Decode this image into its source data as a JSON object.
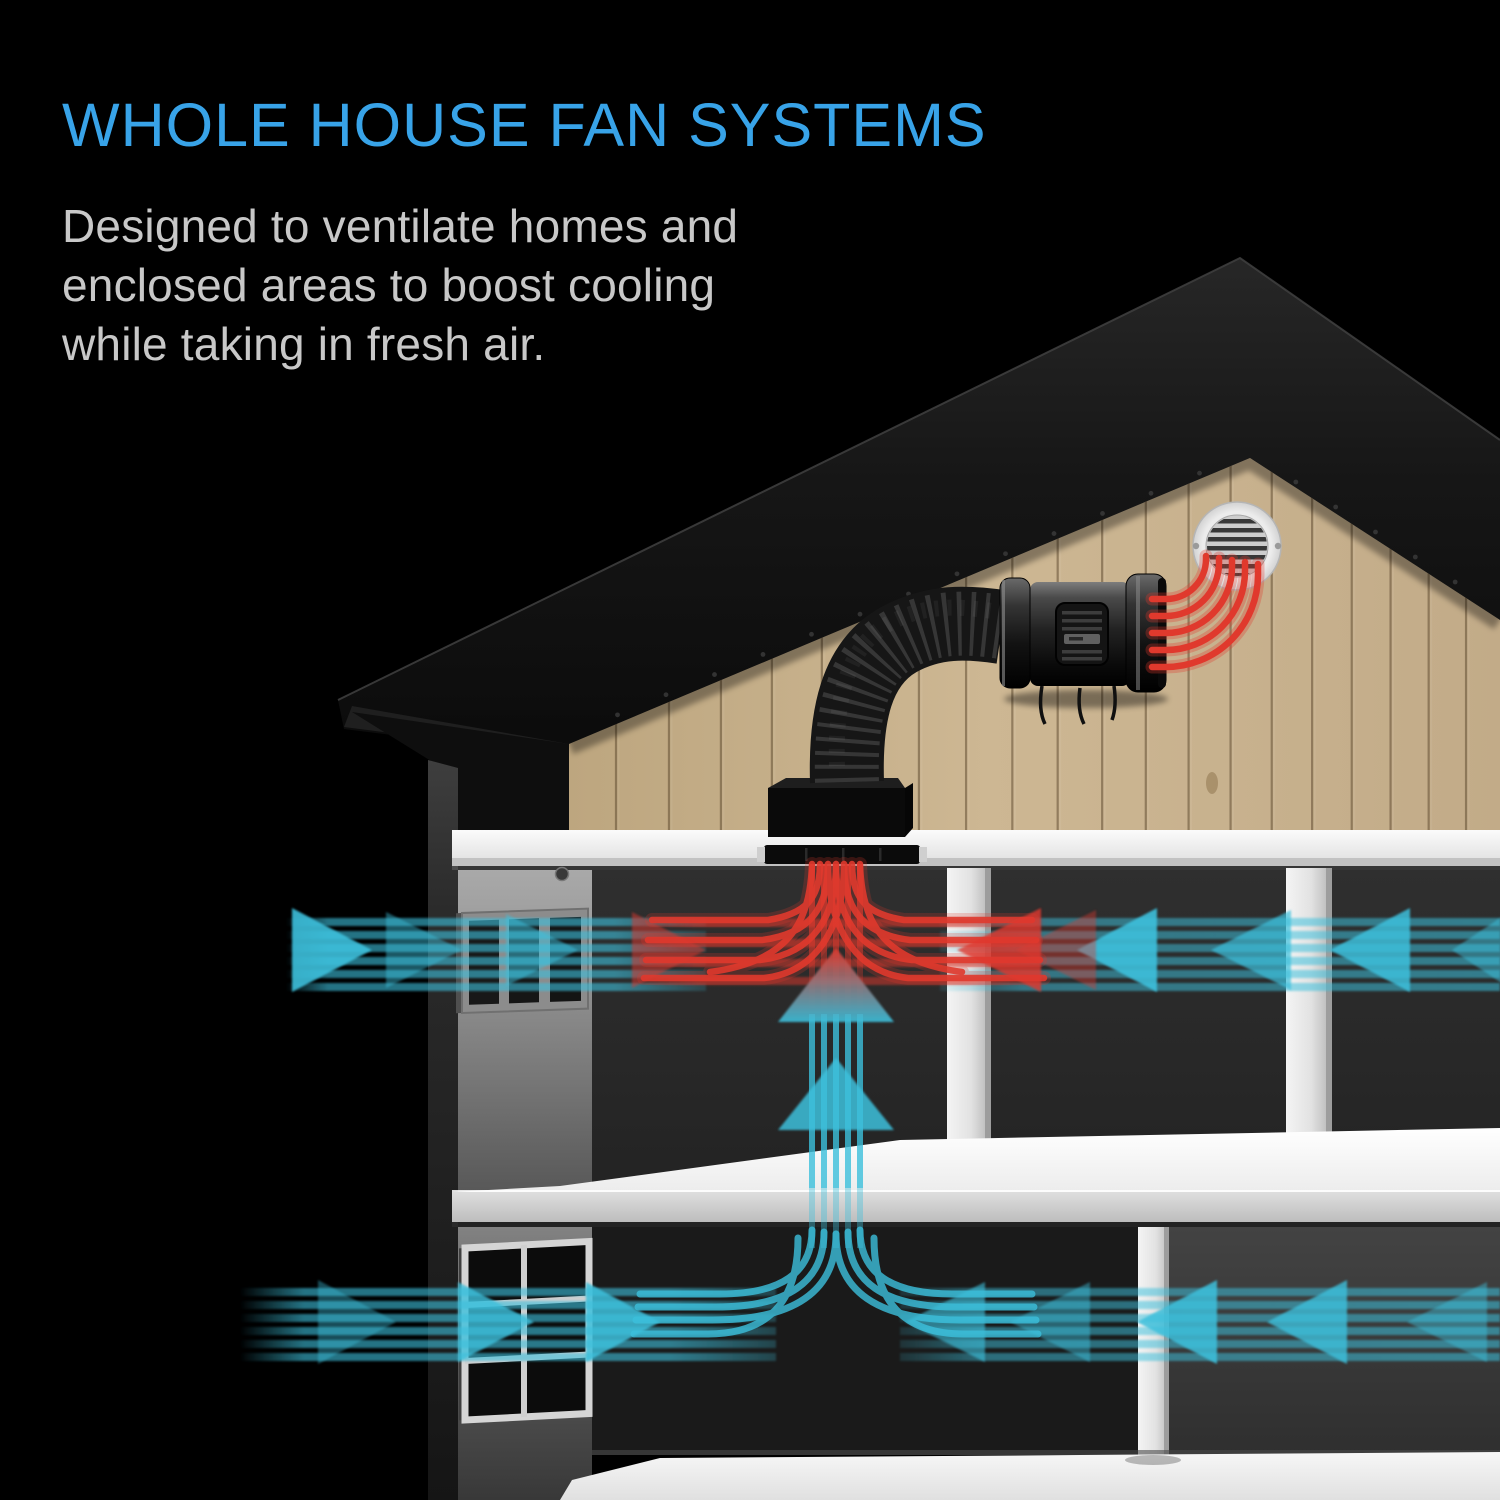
{
  "header": {
    "title": "WHOLE HOUSE FAN SYSTEMS",
    "description_lines": [
      "Designed to ventilate homes and",
      "enclosed areas to boost cooling",
      "while taking in fresh air."
    ]
  },
  "colors": {
    "background": "#000000",
    "accent_blue": "#38a3e8",
    "body_text": "#c8c8c8",
    "airflow_cool": "#3cc0dc",
    "airflow_hot": "#e0392d",
    "wood_siding": "#cdb793",
    "roof_black": "#161616",
    "floor_white": "#f2f2f2"
  },
  "illustration": {
    "scene": "cutaway two-story house showing whole-house fan ventilation at night",
    "components": [
      "black gable roof",
      "wood plank gable wall",
      "round gable exhaust vent",
      "inline duct fan",
      "flexible corrugated duct",
      "attic plenum box",
      "ceiling intake grille",
      "upper floor wall vent",
      "lower floor open window",
      "cool air intake arrows",
      "hot air exhaust arrows",
      "vertical airflow riser between floors"
    ]
  }
}
